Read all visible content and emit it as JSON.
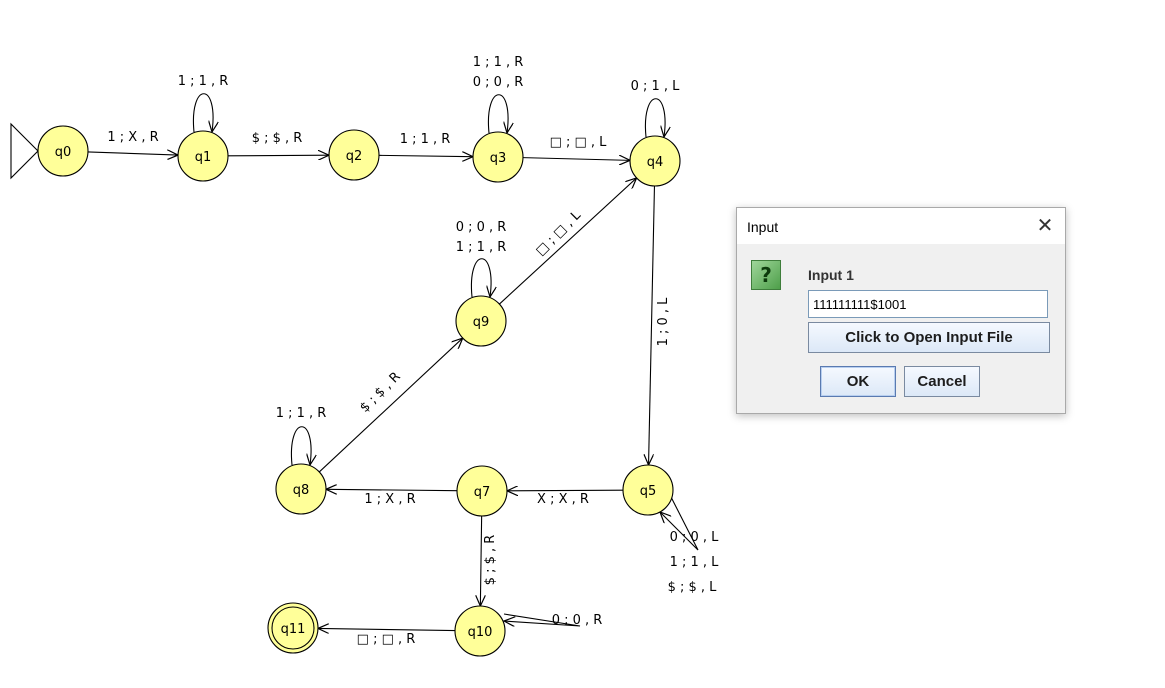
{
  "diagram": {
    "states": [
      {
        "id": "q0",
        "label": "q0",
        "initial": true,
        "final": false
      },
      {
        "id": "q1",
        "label": "q1",
        "initial": false,
        "final": false
      },
      {
        "id": "q2",
        "label": "q2",
        "initial": false,
        "final": false
      },
      {
        "id": "q3",
        "label": "q3",
        "initial": false,
        "final": false
      },
      {
        "id": "q4",
        "label": "q4",
        "initial": false,
        "final": false
      },
      {
        "id": "q5",
        "label": "q5",
        "initial": false,
        "final": false
      },
      {
        "id": "q7",
        "label": "q7",
        "initial": false,
        "final": false
      },
      {
        "id": "q8",
        "label": "q8",
        "initial": false,
        "final": false
      },
      {
        "id": "q9",
        "label": "q9",
        "initial": false,
        "final": false
      },
      {
        "id": "q10",
        "label": "q10",
        "initial": false,
        "final": false
      },
      {
        "id": "q11",
        "label": "q11",
        "initial": false,
        "final": true
      }
    ],
    "transitions": [
      {
        "from": "q0",
        "to": "q1",
        "labels": [
          "1 ; X , R"
        ]
      },
      {
        "from": "q1",
        "to": "q1",
        "labels": [
          "1 ; 1 , R"
        ]
      },
      {
        "from": "q1",
        "to": "q2",
        "labels": [
          "$ ; $ , R"
        ]
      },
      {
        "from": "q2",
        "to": "q3",
        "labels": [
          "1 ; 1 , R"
        ]
      },
      {
        "from": "q3",
        "to": "q3",
        "labels": [
          "1 ; 1 , R",
          "0 ; 0 , R"
        ]
      },
      {
        "from": "q3",
        "to": "q4",
        "labels": [
          "□ ; □ , L"
        ]
      },
      {
        "from": "q4",
        "to": "q4",
        "labels": [
          "0 ; 1 , L"
        ]
      },
      {
        "from": "q4",
        "to": "q5",
        "labels": [
          "1 ; 0 , L"
        ]
      },
      {
        "from": "q5",
        "to": "q5",
        "labels": [
          "0 ; 0 , L",
          "1 ; 1 , L",
          "$ ; $ , L"
        ]
      },
      {
        "from": "q5",
        "to": "q7",
        "labels": [
          "X ; X , R"
        ]
      },
      {
        "from": "q7",
        "to": "q8",
        "labels": [
          "1 ; X , R"
        ]
      },
      {
        "from": "q8",
        "to": "q8",
        "labels": [
          "1 ; 1 , R"
        ]
      },
      {
        "from": "q8",
        "to": "q9",
        "labels": [
          "$ ; $ , R"
        ]
      },
      {
        "from": "q9",
        "to": "q9",
        "labels": [
          "0 ; 0 , R",
          "1 ; 1 , R"
        ]
      },
      {
        "from": "q9",
        "to": "q4",
        "labels": [
          "□ ; □ , L"
        ]
      },
      {
        "from": "q7",
        "to": "q10",
        "labels": [
          "$ ; $ , R"
        ]
      },
      {
        "from": "q10",
        "to": "q10",
        "labels": [
          "0 ; 0 , R"
        ]
      },
      {
        "from": "q10",
        "to": "q11",
        "labels": [
          "□ ; □ , R"
        ]
      }
    ]
  },
  "dialog": {
    "title": "Input",
    "close_glyph": "✕",
    "icon": "question-icon",
    "icon_glyph": "?",
    "prompt": "Input 1",
    "input_value": "111111111$1001",
    "open_file_label": "Click to Open Input File",
    "ok_label": "OK",
    "cancel_label": "Cancel"
  }
}
